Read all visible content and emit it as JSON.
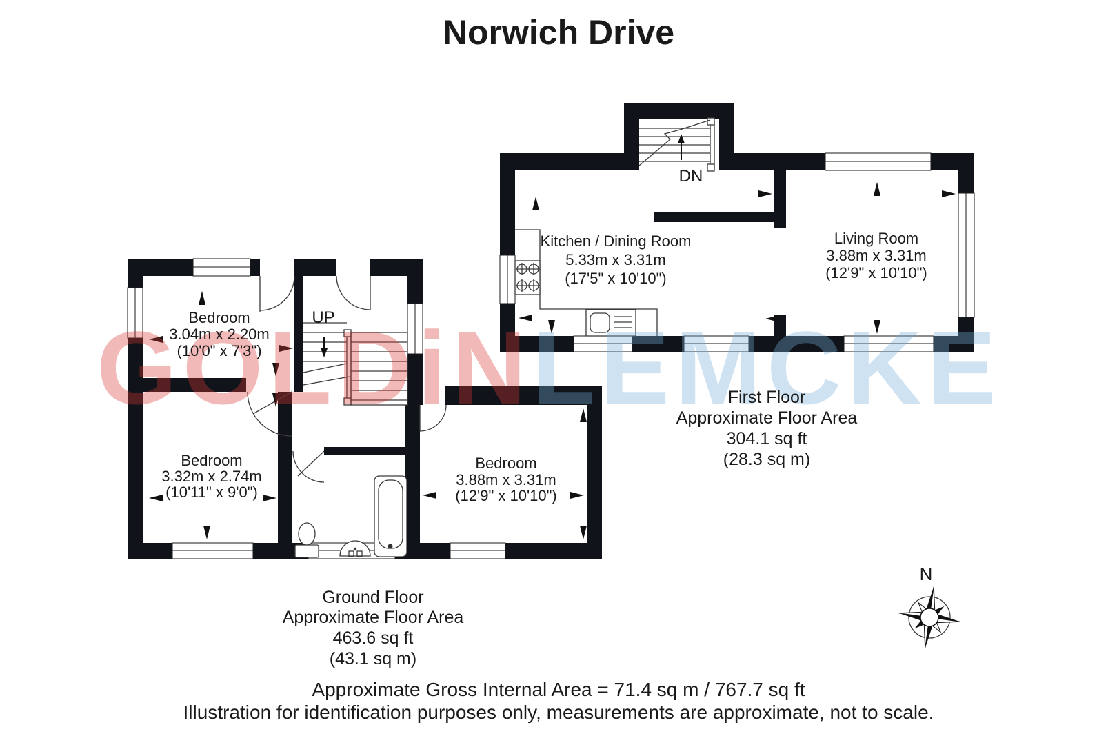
{
  "title": "Norwich Drive",
  "watermark": {
    "left": "GOLDiN",
    "right": "LEMCKE",
    "left_color": "#d93636",
    "right_color": "#76acda"
  },
  "first_floor": {
    "stairs_label": "DN",
    "rooms": {
      "kitchen": {
        "name": "Kitchen / Dining Room",
        "size_metric": "5.33m x 3.31m",
        "size_imperial": "(17'5\" x 10'10\")"
      },
      "living": {
        "name": "Living Room",
        "size_metric": "3.88m x 3.31m",
        "size_imperial": "(12'9\" x 10'10\")"
      }
    },
    "summary": {
      "floor_name": "First Floor",
      "caption": "Approximate Floor Area",
      "area_imperial": "304.1 sq ft",
      "area_metric": "(28.3 sq m)"
    }
  },
  "ground_floor": {
    "stairs_label": "UP",
    "rooms": {
      "bedroom_top": {
        "name": "Bedroom",
        "size_metric": "3.04m x 2.20m",
        "size_imperial": "(10'0\" x 7'3\")"
      },
      "bedroom_left": {
        "name": "Bedroom",
        "size_metric": "3.32m x 2.74m",
        "size_imperial": "(10'11\" x 9'0\")"
      },
      "bedroom_right": {
        "name": "Bedroom",
        "size_metric": "3.88m x 3.31m",
        "size_imperial": "(12'9\" x 10'10\")"
      }
    },
    "summary": {
      "floor_name": "Ground Floor",
      "caption": "Approximate Floor Area",
      "area_imperial": "463.6 sq ft",
      "area_metric": "(43.1 sq m)"
    }
  },
  "compass": {
    "north_label": "N"
  },
  "footer": {
    "line1": "Approximate Gross Internal Area = 71.4 sq m / 767.7 sq ft",
    "line2": "Illustration for identification purposes only, measurements are approximate, not to scale."
  }
}
